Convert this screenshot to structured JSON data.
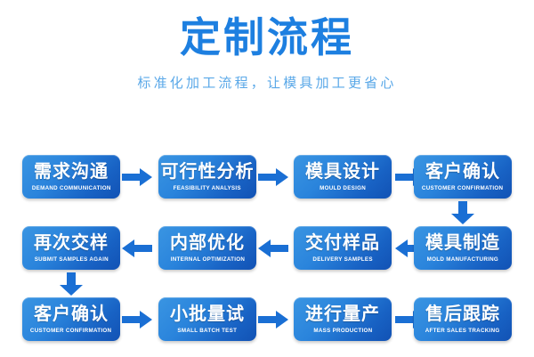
{
  "header": {
    "title": "定制流程",
    "subtitle": "标准化加工流程，让模具加工更省心"
  },
  "colors": {
    "title": "#1d7fe0",
    "subtitle": "#5aa8e8",
    "box_gradient_start": "#3a95e2",
    "box_gradient_end": "#1252b4",
    "arrow": "#1a6fd4",
    "background": "#ffffff",
    "text": "#ffffff"
  },
  "flow": {
    "rows": [
      {
        "direction": "left-to-right",
        "nodes": [
          {
            "cn": "需求沟通",
            "en": "DEMAND COMMUNICATION"
          },
          {
            "cn": "可行性分析",
            "en": "FEASIBILITY ANALYSIS"
          },
          {
            "cn": "模具设计",
            "en": "MOULD DESIGN"
          },
          {
            "cn": "客户确认",
            "en": "CUSTOMER CONFIRMATION"
          }
        ]
      },
      {
        "direction": "right-to-left",
        "nodes": [
          {
            "cn": "再次交样",
            "en": "SUBMIT SAMPLES AGAIN"
          },
          {
            "cn": "内部优化",
            "en": "INTERNAL OPTIMIZATION"
          },
          {
            "cn": "交付样品",
            "en": "DELIVERY SAMPLES"
          },
          {
            "cn": "模具制造",
            "en": "MOLD MANUFACTURING"
          }
        ]
      },
      {
        "direction": "left-to-right",
        "nodes": [
          {
            "cn": "客户确认",
            "en": "CUSTOMER CONFIRMATION"
          },
          {
            "cn": "小批量试",
            "en": "SMALL BATCH TEST"
          },
          {
            "cn": "进行量产",
            "en": "MASS PRODUCTION"
          },
          {
            "cn": "售后跟踪",
            "en": "AFTER SALES TRACKING"
          }
        ]
      }
    ],
    "connectors": [
      {
        "name": "arrow-right-r1-1",
        "shape": "right"
      },
      {
        "name": "arrow-right-r1-2",
        "shape": "right"
      },
      {
        "name": "arrow-right-r1-3",
        "shape": "right"
      },
      {
        "name": "arrow-down-right",
        "shape": "down"
      },
      {
        "name": "arrow-left-r2-1",
        "shape": "left"
      },
      {
        "name": "arrow-left-r2-2",
        "shape": "left"
      },
      {
        "name": "arrow-left-r2-3",
        "shape": "left"
      },
      {
        "name": "arrow-down-left",
        "shape": "down"
      },
      {
        "name": "arrow-right-r3-1",
        "shape": "right"
      },
      {
        "name": "arrow-right-r3-2",
        "shape": "right"
      },
      {
        "name": "arrow-right-r3-3",
        "shape": "right"
      }
    ]
  }
}
